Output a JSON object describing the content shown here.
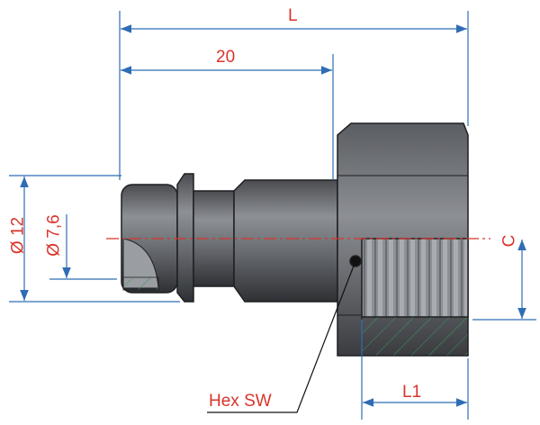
{
  "drawing": {
    "dimensions": {
      "overall_length": "L",
      "plug_length": "20",
      "outer_diameter": "Ø 12",
      "inner_diameter": "Ø 7,6",
      "thread_offset": "C",
      "thread_length": "L1",
      "hex_size": "Hex SW"
    },
    "colors": {
      "dimension_line": "#2f6db5",
      "label": "#d9342b",
      "centerline": "#d9342b",
      "hatch": "#3c9a5a",
      "part_dark": "#3a3c40",
      "part_light": "#8a8d92"
    }
  }
}
